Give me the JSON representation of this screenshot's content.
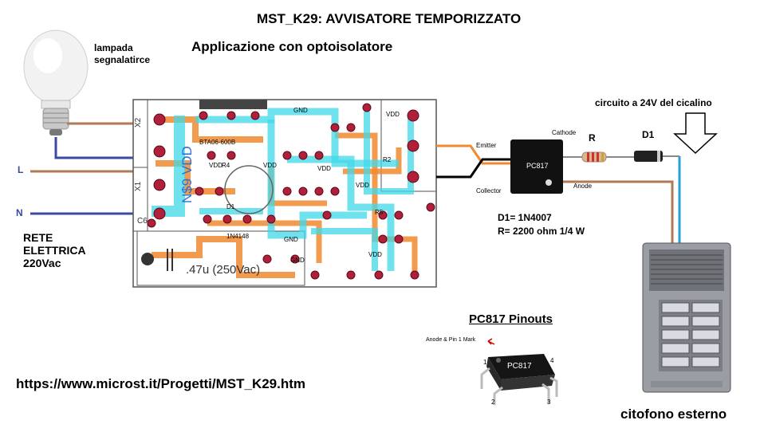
{
  "title": "MST_K29: AVVISATORE TEMPORIZZATO",
  "subtitle": "Applicazione con optoisolatore",
  "lamp_label": [
    "lampada",
    "segnalatirce"
  ],
  "mains": {
    "L": "L",
    "N": "N",
    "label": [
      "RETE",
      "ELETTRICA",
      "220Vac"
    ]
  },
  "pcb": {
    "x2": "X2",
    "x1": "X1",
    "c6": "C6",
    "cap_label": ".47u (250Vac)",
    "vdd_big": "N$9 VDD",
    "net_labels": [
      "GND",
      "VDD",
      "VDD",
      "VDD",
      "GND",
      "VDD",
      "VDD",
      "VDD",
      "GND",
      "1N4148",
      "BTA06-600B",
      "R4",
      "R5",
      "R2",
      "D1"
    ]
  },
  "optocoupler": {
    "part": "PC817",
    "emitter": "Emitter",
    "collector": "Collector",
    "cathode": "Cathode",
    "anode": "Anode",
    "resistor": "R",
    "diode": "D1",
    "pin2": "2",
    "pin1": "1"
  },
  "circuit_label": "circuito a 24V del cicalino",
  "specs": [
    "D1= 1N4007",
    "R= 2200 ohm  1/4 W"
  ],
  "pinouts": {
    "title": "PC817 Pinouts",
    "mark": "Anode & Pin 1 Mark",
    "part": "PC817",
    "pins": [
      "1",
      "2",
      "3",
      "4"
    ]
  },
  "intercom_label": "citofono esterno",
  "url": "https://www.microst.it/Progetti/MST_K29.htm",
  "colors": {
    "wire_brown": "#b07a55",
    "wire_blue": "#3a4aa0",
    "wire_orange": "#f08a30",
    "trace_cyan": "#40d8e8",
    "pcb_pad": "#b0203a",
    "wire_cyan": "#2a9fd6"
  }
}
